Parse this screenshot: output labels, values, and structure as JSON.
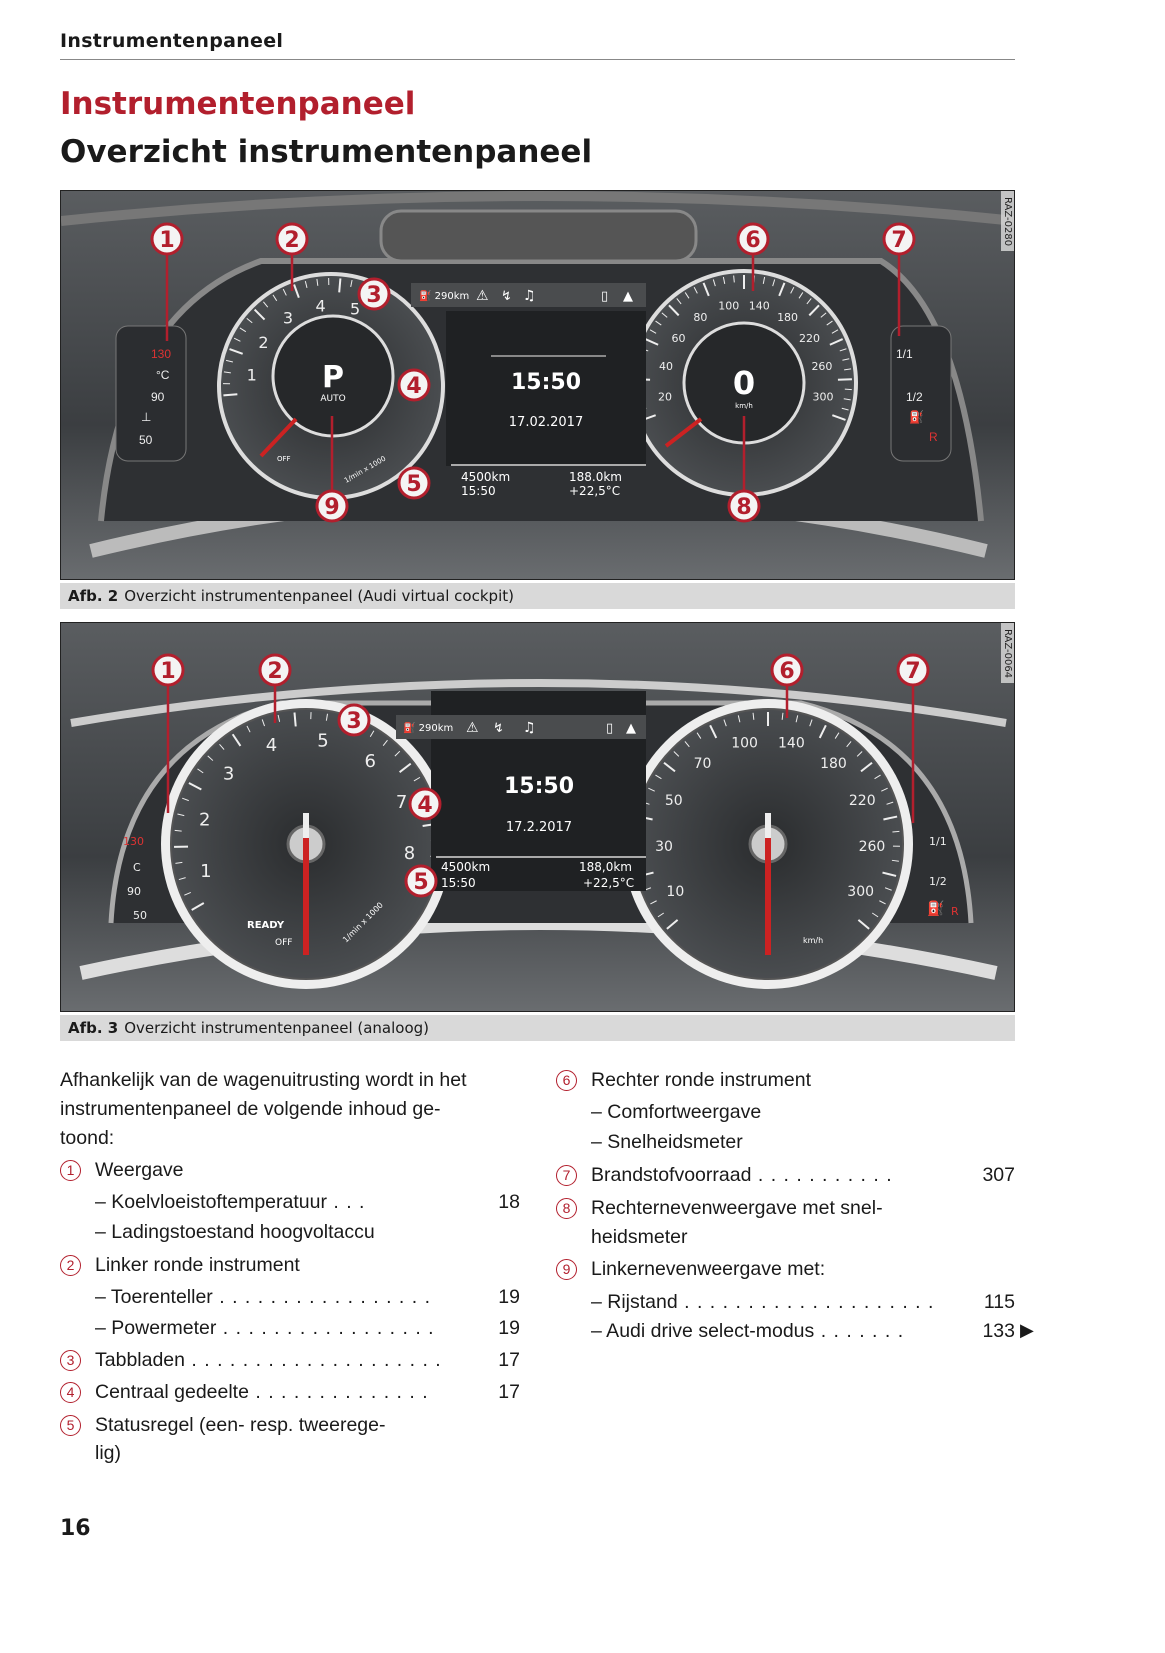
{
  "running_head": "Instrumentenpaneel",
  "title": "Instrumentenpaneel",
  "subtitle": "Overzicht instrumentenpaneel",
  "figure1": {
    "code": "RAZ-0280",
    "caption_label": "Afb. 2",
    "caption": "Overzicht instrumentenpaneel (Audi virtual cockpit)",
    "callouts": [
      "1",
      "2",
      "3",
      "4",
      "5",
      "6",
      "7",
      "8",
      "9"
    ],
    "left_panel": [
      "130",
      "°C",
      "90",
      "50"
    ],
    "right_panel": [
      "1/1",
      "1/2",
      "R"
    ],
    "tacho_ticks": [
      "1",
      "2",
      "3",
      "4",
      "5"
    ],
    "gear": "P",
    "gear_mode": "AUTO",
    "off": "OFF",
    "rpm_unit": "1/min x 1000",
    "tabs_range": "290km",
    "clock": "15:50",
    "date": "17.02.2017",
    "status": {
      "odo": "4500km",
      "time": "15:50",
      "trip": "188.0km",
      "temp": "+22,5°C"
    },
    "speed": "0",
    "speed_unit": "km/h",
    "speed_ticks": [
      "20",
      "40",
      "60",
      "80",
      "100",
      "140",
      "180",
      "220",
      "260",
      "300"
    ]
  },
  "figure2": {
    "code": "RAZ-0064",
    "caption_label": "Afb. 3",
    "caption": "Overzicht instrumentenpaneel (analoog)",
    "callouts": [
      "1",
      "2",
      "3",
      "4",
      "5",
      "6",
      "7"
    ],
    "left_panel": [
      "130",
      "C",
      "90",
      "50"
    ],
    "right_panel": [
      "1/1",
      "1/2",
      "R"
    ],
    "tacho_ticks": [
      "1",
      "2",
      "3",
      "4",
      "5",
      "6",
      "7",
      "8"
    ],
    "ready": "READY",
    "off": "OFF",
    "rpm_unit": "1/min x 1000",
    "tabs_range": "290km",
    "clock": "15:50",
    "date": "17.2.2017",
    "status": {
      "odo": "4500km",
      "time": "15:50",
      "trip": "188,0km",
      "temp": "+22,5°C"
    },
    "speed_unit": "km/h",
    "speed_ticks": [
      "10",
      "30",
      "50",
      "70",
      "100",
      "140",
      "180",
      "220",
      "260",
      "300"
    ]
  },
  "intro": [
    "Afhankelijk van de wagenuitrusting wordt in het",
    "instrumentenpaneel de volgende inhoud ge-",
    "toond:"
  ],
  "left_list": [
    {
      "num": "1",
      "label": "Weergave"
    },
    {
      "label": "– Koelvloeistoftemperatuur",
      "dots": " . . .",
      "page": "18"
    },
    {
      "label": "– Ladingstoestand hoogvoltaccu"
    },
    {
      "num": "2",
      "label": "Linker ronde instrument"
    },
    {
      "label": "– Toerenteller",
      "dots": " . . . . . . . . . . . . . . . . .",
      "page": "19"
    },
    {
      "label": "– Powermeter",
      "dots": " . . . . . . . . . . . . . . . . .",
      "page": "19"
    },
    {
      "num": "3",
      "label": "Tabbladen",
      "dots": " . . . . . . . . . . . . . . . . . . . .",
      "page": "17"
    },
    {
      "num": "4",
      "label": "Centraal gedeelte",
      "dots": " . . . . . . . . . . . . . .",
      "page": "17"
    },
    {
      "num": "5",
      "label": "Statusregel (een- resp. tweerege-"
    },
    {
      "label": "lig)"
    }
  ],
  "right_list": [
    {
      "num": "6",
      "label": "Rechter ronde instrument"
    },
    {
      "label": "– Comfortweergave"
    },
    {
      "label": "– Snelheidsmeter"
    },
    {
      "num": "7",
      "label": "Brandstofvoorraad",
      "dots": " . . . . . . . . . . .",
      "page": "307"
    },
    {
      "num": "8",
      "label": "Rechternevenweergave met snel-"
    },
    {
      "label": "heidsmeter"
    },
    {
      "num": "9",
      "label": "Linkernevenweergave met:"
    },
    {
      "label": "– Rijstand",
      "dots": " . . . . . . . . . . . . . . . . . . . .",
      "page": "115"
    },
    {
      "label": "– Audi drive select-modus",
      "dots": " . . . . . . .",
      "page": "133"
    }
  ],
  "continue_marker": "▶",
  "page_number": "16",
  "colors": {
    "accent": "#b21f2d"
  }
}
